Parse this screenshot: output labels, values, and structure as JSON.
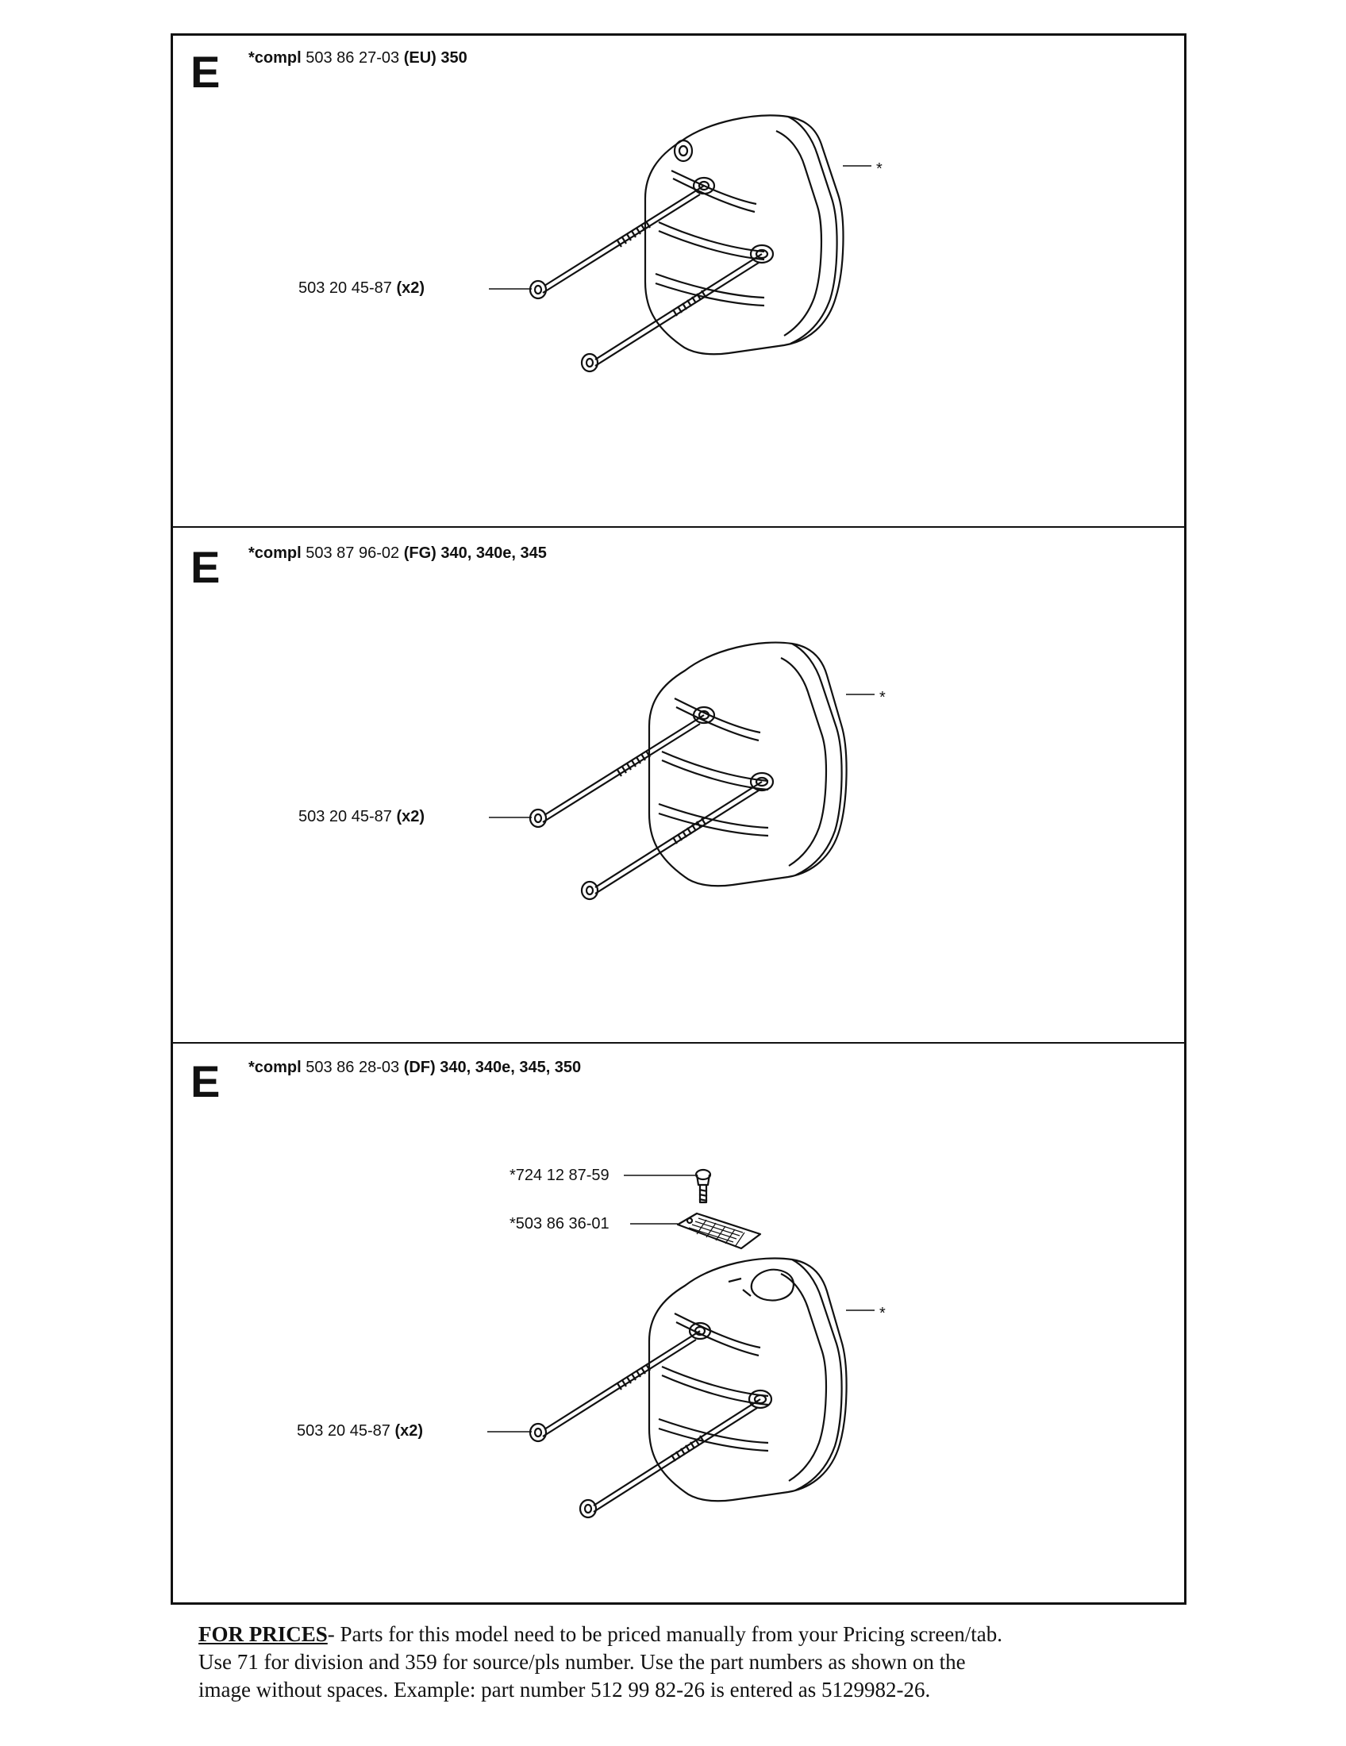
{
  "sections": [
    {
      "letter": "E",
      "compl_prefix": "*compl",
      "part_number": "503 86 27-03",
      "variant": "(EU) 350",
      "callouts": {
        "bolt": "503 20 45-87",
        "bolt_qty": "(x2)",
        "muffler": "*"
      }
    },
    {
      "letter": "E",
      "compl_prefix": "*compl",
      "part_number": "503 87 96-02",
      "variant": "(FG) 340, 340e, 345",
      "callouts": {
        "bolt": "503 20 45-87",
        "bolt_qty": "(x2)",
        "muffler": "*"
      }
    },
    {
      "letter": "E",
      "compl_prefix": "*compl",
      "part_number": "503 86 28-03",
      "variant": "(DF) 340, 340e, 345, 350",
      "callouts": {
        "bolt": "503 20 45-87",
        "bolt_qty": "(x2)",
        "muffler": "*",
        "screw": "*724 12 87-59",
        "screen": "*503 86 36-01"
      }
    }
  ],
  "footer": {
    "heading": "FOR PRICES",
    "line1": "- Parts for this model need to be priced manually from your Pricing screen/tab.",
    "line2": "Use 71 for division and 359 for source/pls number.   Use the part numbers as shown on the",
    "line3": "image without spaces.  Example: part number 512 99 82-26 is entered as 5129982-26."
  }
}
